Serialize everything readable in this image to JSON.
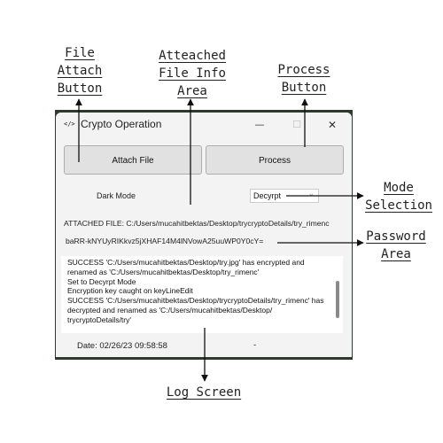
{
  "annotations": {
    "file_attach": [
      "File",
      "Attach",
      "Button"
    ],
    "file_info": [
      "Atteached",
      "File Info",
      "Area"
    ],
    "process": [
      "Process",
      "Button"
    ],
    "mode": [
      "Mode",
      "Selection"
    ],
    "password": [
      "Password",
      "Area"
    ],
    "log": "Log Screen"
  },
  "window": {
    "icon_glyph": "</>",
    "title": "Crypto Operation",
    "minimize_glyph": "—",
    "maximize_glyph": "☐",
    "close_glyph": "✕"
  },
  "buttons": {
    "attach": "Attach File",
    "process": "Process"
  },
  "mode": {
    "label": "Dark Mode",
    "selected": "Decyrpt",
    "caret": "⌄"
  },
  "file_info": "ATTACHED FILE: C:/Users/mucahitbektas/Desktop/trycryptoDetails/try_rimenc",
  "password": "baRR-kNYUyRIKkvz5jXHAF14M4lNVowA25uuWP0Y0cY=",
  "log_text": "SUCCESS 'C:/Users/mucahitbektas/Desktop/try.jpg' has encrypted and renamed as 'C:/Users/mucahitbektas/Desktop/try_rimenc'\nSet to Decyrpt Mode\nEncryption key caught on keyLineEdit\nSUCCESS 'C:/Users/mucahitbektas/Desktop/trycryptoDetails/try_rimenc' has decrypted and renamed as 'C:/Users/mucahitbektas/Desktop/ trycryptoDetails/try'",
  "status": {
    "date": "Date: 02/26/23 09:58:58",
    "right": "-"
  },
  "colors": {
    "window_background": "#f3f3f3",
    "button_face": "#e1e1e1",
    "frame": "#2d3a2d"
  }
}
